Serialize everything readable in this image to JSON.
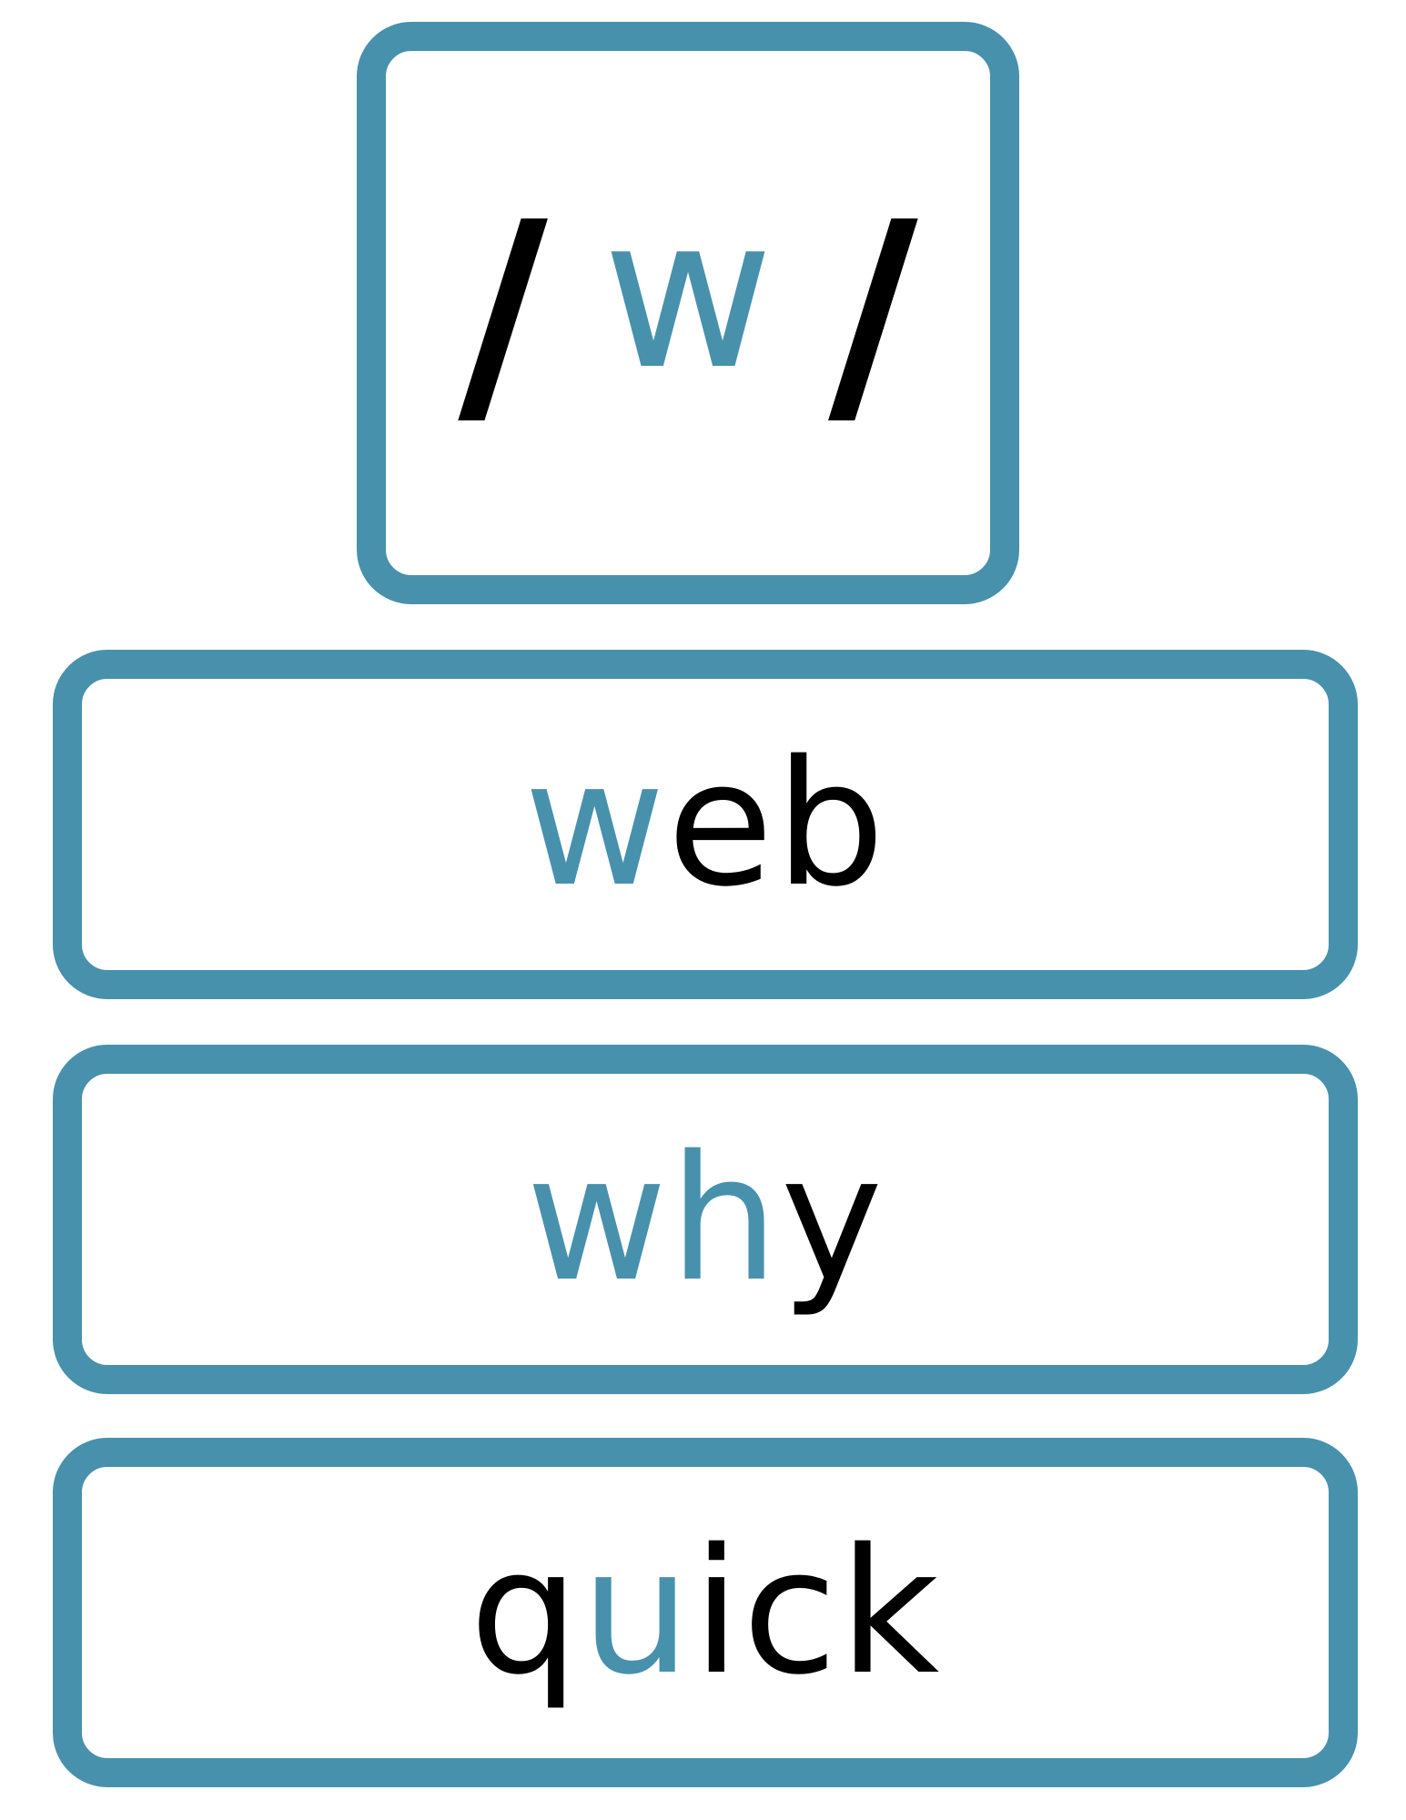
{
  "phoneme": {
    "open_slash": "/",
    "letter": "w",
    "close_slash": "/"
  },
  "words": [
    {
      "segments": [
        {
          "text": "w",
          "color": "#4791ad"
        },
        {
          "text": "eb",
          "color": "#000000"
        }
      ]
    },
    {
      "segments": [
        {
          "text": "wh",
          "color": "#4791ad"
        },
        {
          "text": "y",
          "color": "#000000"
        }
      ]
    },
    {
      "segments": [
        {
          "text": "q",
          "color": "#000000"
        },
        {
          "text": "u",
          "color": "#4791ad"
        },
        {
          "text": "ick",
          "color": "#000000"
        }
      ]
    }
  ],
  "colors": {
    "accent": "#4791ad",
    "text": "#000000",
    "background": "#ffffff"
  }
}
